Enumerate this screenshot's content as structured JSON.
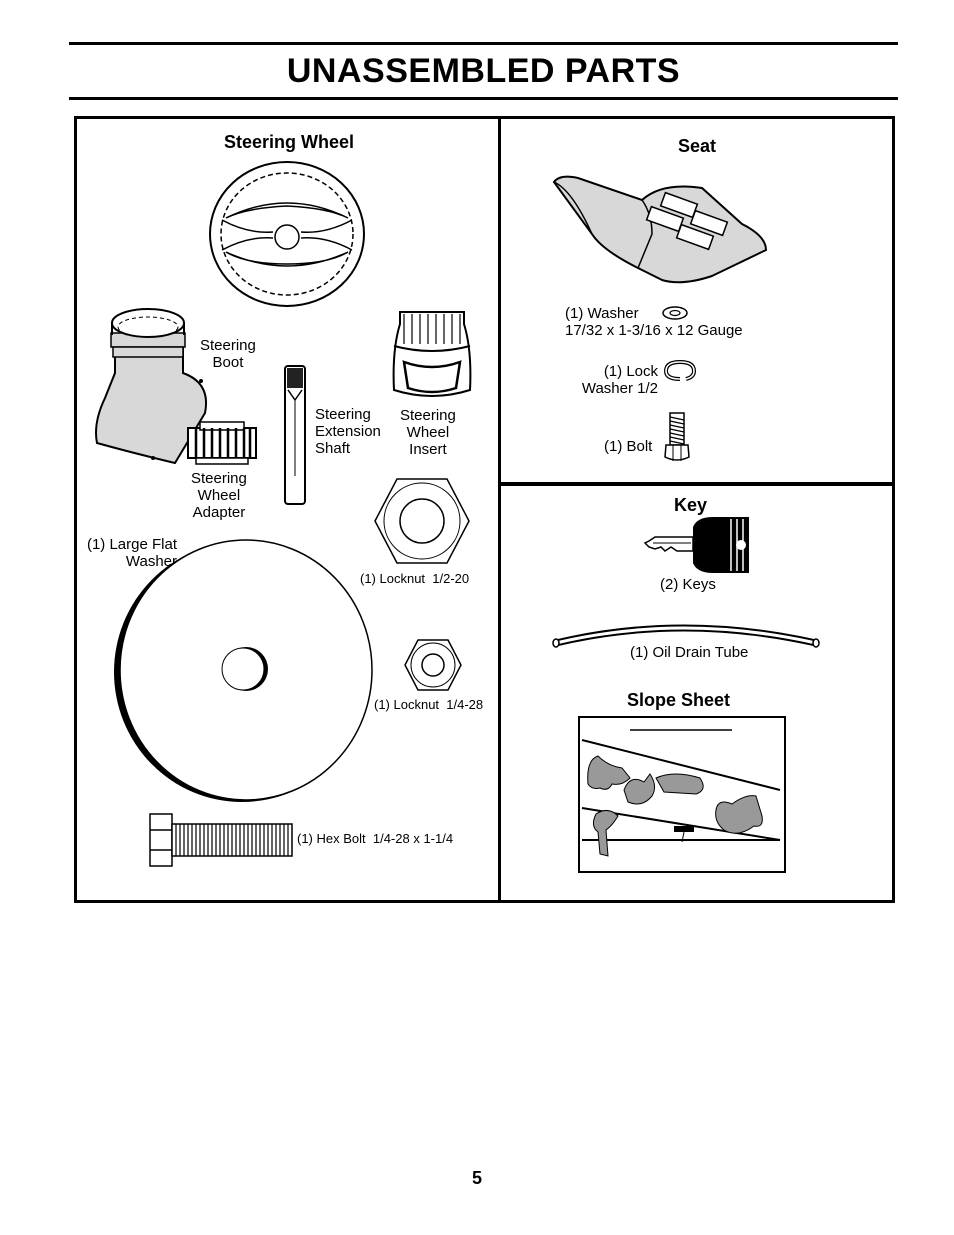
{
  "title": "UNASSEMBLED PARTS",
  "page_number": "5",
  "left_panel": {
    "heading": "Steering Wheel",
    "steering_boot": "Steering\nBoot",
    "extension_shaft": "Steering\nExtension\nShaft",
    "wheel_insert": "Steering\nWheel\nInsert",
    "wheel_adapter": "Steering\nWheel\nAdapter",
    "large_flat_washer": "(1) Large Flat\nWasher",
    "locknut_half": "(1) Locknut  1/2-20",
    "locknut_quarter": "(1) Locknut  1/4-28",
    "hex_bolt": "(1) Hex Bolt  1/4-28 x 1-1/4"
  },
  "seat_panel": {
    "heading": "Seat",
    "washer": "(1) Washer\n17/32 x 1-3/16 x 12 Gauge",
    "lock_washer": "(1) Lock\nWasher 1/2",
    "bolt": "(1) Bolt"
  },
  "key_panel": {
    "heading": "Key",
    "keys": "(2) Keys",
    "oil_drain_tube": "(1) Oil Drain Tube",
    "slope_heading": "Slope Sheet"
  }
}
